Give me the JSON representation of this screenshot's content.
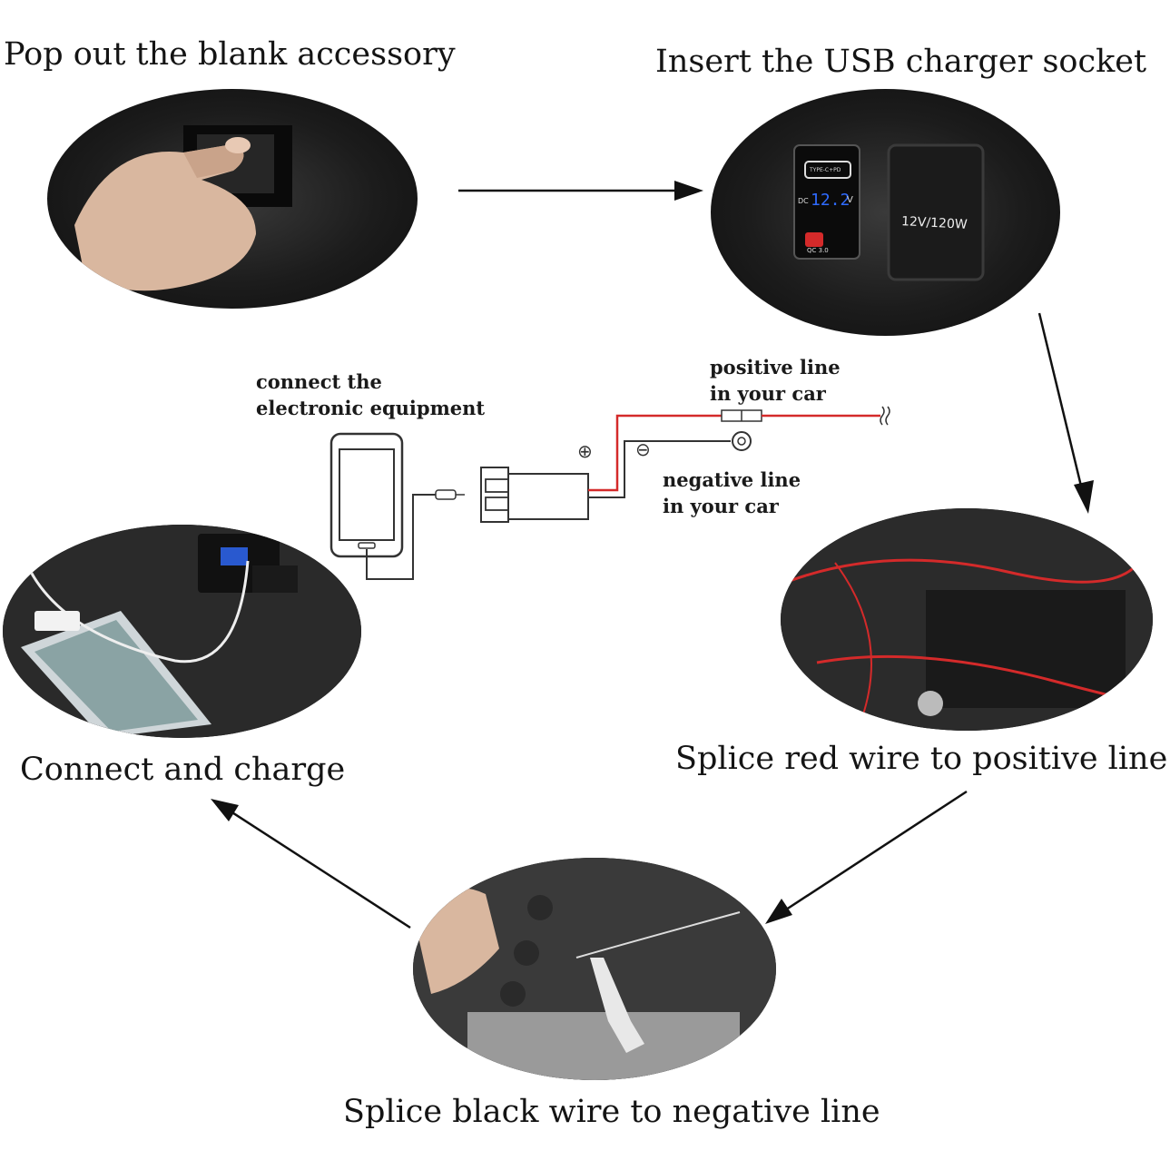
{
  "steps": {
    "pop_out": {
      "label": "Pop out the blank accessory"
    },
    "insert": {
      "label": "Insert the USB charger socket"
    },
    "splice_red": {
      "label": "Splice red wire to positive line"
    },
    "splice_black": {
      "label": "Splice black wire to negative line"
    },
    "connect": {
      "label": "Connect and charge"
    }
  },
  "socket": {
    "type_c_label": "TYPE-C+PD",
    "dc_label": "DC",
    "voltage": "12.2",
    "voltage_unit": "V",
    "qc_label": "QC 3.0",
    "outlet_label": "12V/120W"
  },
  "wiring": {
    "device_label_line1": "connect the",
    "device_label_line2": "electronic equipment",
    "positive_line1": "positive line",
    "positive_line2": "in your car",
    "negative_line1": "negative line",
    "negative_line2": "in your car",
    "plus_symbol": "⊕",
    "minus_symbol": "⊖"
  },
  "colors": {
    "red_wire": "#d42a2a",
    "display_blue": "#2f6bff",
    "arrow": "#111111"
  }
}
